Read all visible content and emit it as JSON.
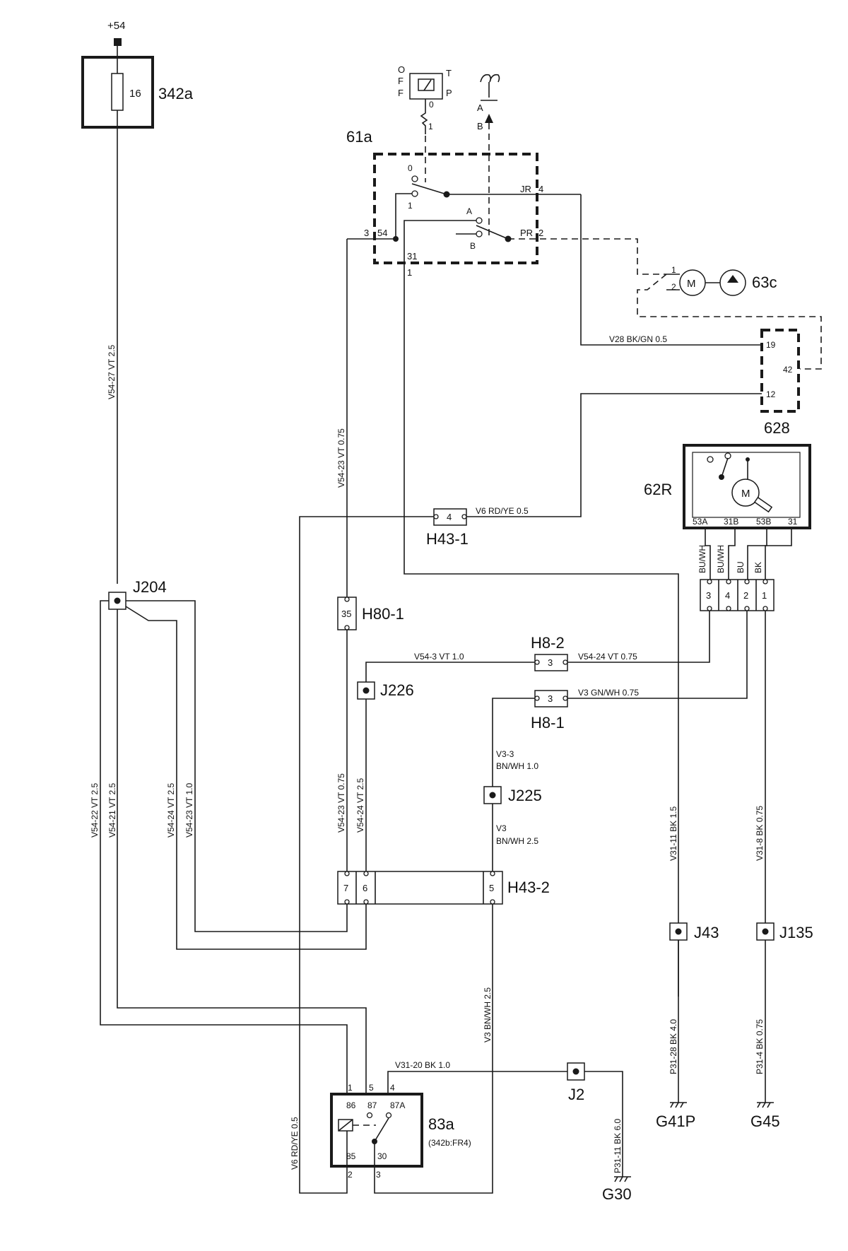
{
  "fuse": {
    "supply": "+54",
    "number": "16",
    "id": "342a"
  },
  "ignition_switch": {
    "id": "61a",
    "off_top": "O",
    "off_mid": "F",
    "off_bot": "F",
    "tp_top": "T",
    "tp_bot": "P",
    "knob_0": "0",
    "knob_1": "1",
    "ab_a": "A",
    "ab_b": "B",
    "contact_0": "0",
    "contact_1": "1",
    "contact_a": "A",
    "contact_b": "B",
    "jr": "JR",
    "pin_4": "4",
    "pr": "PR",
    "pin_2": "2",
    "pin_3": "3",
    "pin_54": "54",
    "pin_31": "31",
    "pin_1": "1"
  },
  "motor_63c": {
    "id": "63c",
    "m": "M",
    "pin_1": "1",
    "pin_2": "2"
  },
  "module_628": {
    "id": "628",
    "pin_19": "19",
    "pin_42": "42",
    "pin_12": "12"
  },
  "motor_62r": {
    "id": "62R",
    "m": "M",
    "pin_53a": "53A",
    "pin_31b": "31B",
    "pin_53b": "53B",
    "pin_31": "31"
  },
  "connector_62r": {
    "pins": [
      "3",
      "4",
      "2",
      "1"
    ],
    "wires": [
      "BU/WH",
      "BU/WH",
      "BU",
      "BK"
    ]
  },
  "connectors": {
    "h43_1": {
      "id": "H43-1",
      "pin": "4"
    },
    "h80_1": {
      "id": "H80-1",
      "pin": "35"
    },
    "h8_2": {
      "id": "H8-2",
      "pin": "3"
    },
    "h8_1": {
      "id": "H8-1",
      "pin": "3"
    },
    "h43_2": {
      "id": "H43-2",
      "pin_7": "7",
      "pin_6": "6",
      "pin_5": "5"
    }
  },
  "junctions": {
    "j204": "J204",
    "j226": "J226",
    "j225": "J225",
    "j43": "J43",
    "j135": "J135",
    "j2": "J2"
  },
  "relay_83a": {
    "id": "83a",
    "note": "(342b:FR4)",
    "pin_86": "86",
    "pin_87": "87",
    "pin_87a": "87A",
    "pin_85": "85",
    "pin_30": "30",
    "pin_1": "1",
    "pin_5": "5",
    "pin_4": "4",
    "pin_2": "2",
    "pin_3": "3"
  },
  "grounds": {
    "g41p": "G41P",
    "g45": "G45",
    "g30": "G30"
  },
  "wire_labels": {
    "v54_27": "V54-27  VT  2.5",
    "v54_23_top": "V54-23  VT  0.75",
    "v28": "V28  BK/GN  0.5",
    "v6_top": "V6  RD/YE  0.5",
    "v54_3": "V54-3  VT  1.0",
    "v54_24_top": "V54-24  VT  0.75",
    "v3_top": "V3  GN/WH  0.75",
    "v3_3_a": "V3-3",
    "v3_3_b": "BN/WH  1.0",
    "v3_a": "V3",
    "v3_b": "BN/WH  2.5",
    "v54_22": "V54-22  VT  2.5",
    "v54_21": "V54-21  VT  2.5",
    "v54_24_l": "V54-24  VT  2.5",
    "v54_23_l": "V54-23  VT  1.0",
    "v54_23_m": "V54-23  VT  0.75",
    "v54_24_m": "V54-24  VT  2.5",
    "v31_11": "V31-11  BK  1.5",
    "v31_8": "V31-8  BK  0.75",
    "p31_28": "P31-28  BK  4.0",
    "p31_4": "P31-4  BK  0.75",
    "v3_bottom": "V3  BN/WH  2.5",
    "v6_bottom": "V6  RD/YE  0.5",
    "v31_20": "V31-20   BK   1.0",
    "p31_11": "P31-11  BK  6.0"
  }
}
